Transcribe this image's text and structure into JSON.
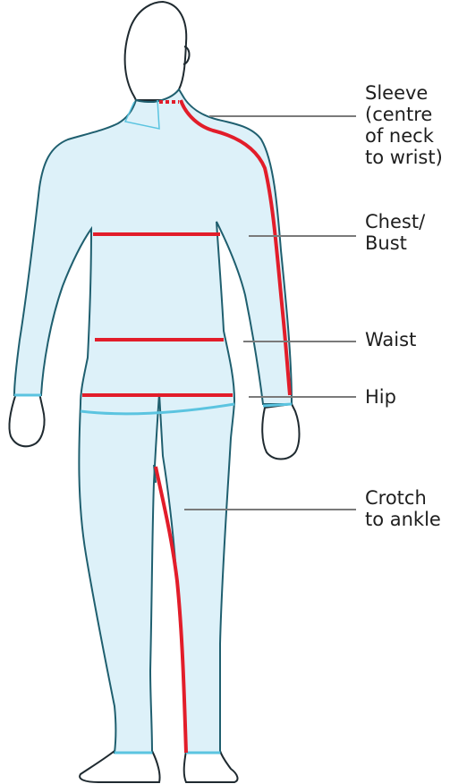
{
  "colors": {
    "suit_fill": "#ddf1f9",
    "outline": "#1f2a30",
    "suit_outline": "#1f5f6f",
    "cuff": "#5bc4e0",
    "measure_line": "#e21d2a",
    "leader_line": "#7a7a7a",
    "label_text": "#1e1e1e"
  },
  "labels": {
    "sleeve": "Sleeve\n(centre\nof neck\nto wrist)",
    "chest": "Chest/\nBust",
    "waist": "Waist",
    "hip": "Hip",
    "crotch": "Crotch\nto ankle"
  }
}
